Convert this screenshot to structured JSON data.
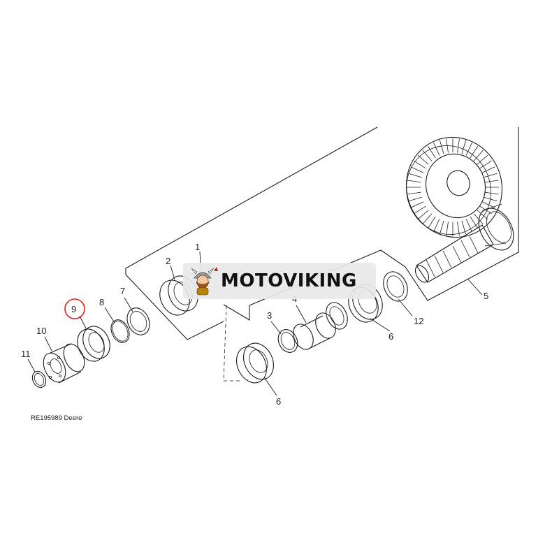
{
  "diagram": {
    "caption": "RE195989 Deere",
    "highlighted_callout": "9",
    "highlight_color": "#e02020",
    "line_color": "#1a1a1a",
    "callouts": {
      "c1": "1",
      "c2": "2",
      "c3": "3",
      "c4": "4",
      "c5": "5",
      "c6a": "6",
      "c6b": "6",
      "c7": "7",
      "c8": "8",
      "c9": "9",
      "c10": "10",
      "c11": "11",
      "c12": "12"
    },
    "parts": [
      "bevel-gear-set",
      "bearing-cup-2",
      "shim-3",
      "spacer-4",
      "pinion-shaft-5",
      "bearing-6",
      "shim-7",
      "o-ring-8",
      "seal-9",
      "flange-10",
      "snap-ring-11",
      "bearing-cup-12"
    ]
  },
  "watermark": {
    "brand": "MOTOVIKING",
    "logo": "viking-mascot-logo",
    "background": "#e8e8e8"
  }
}
